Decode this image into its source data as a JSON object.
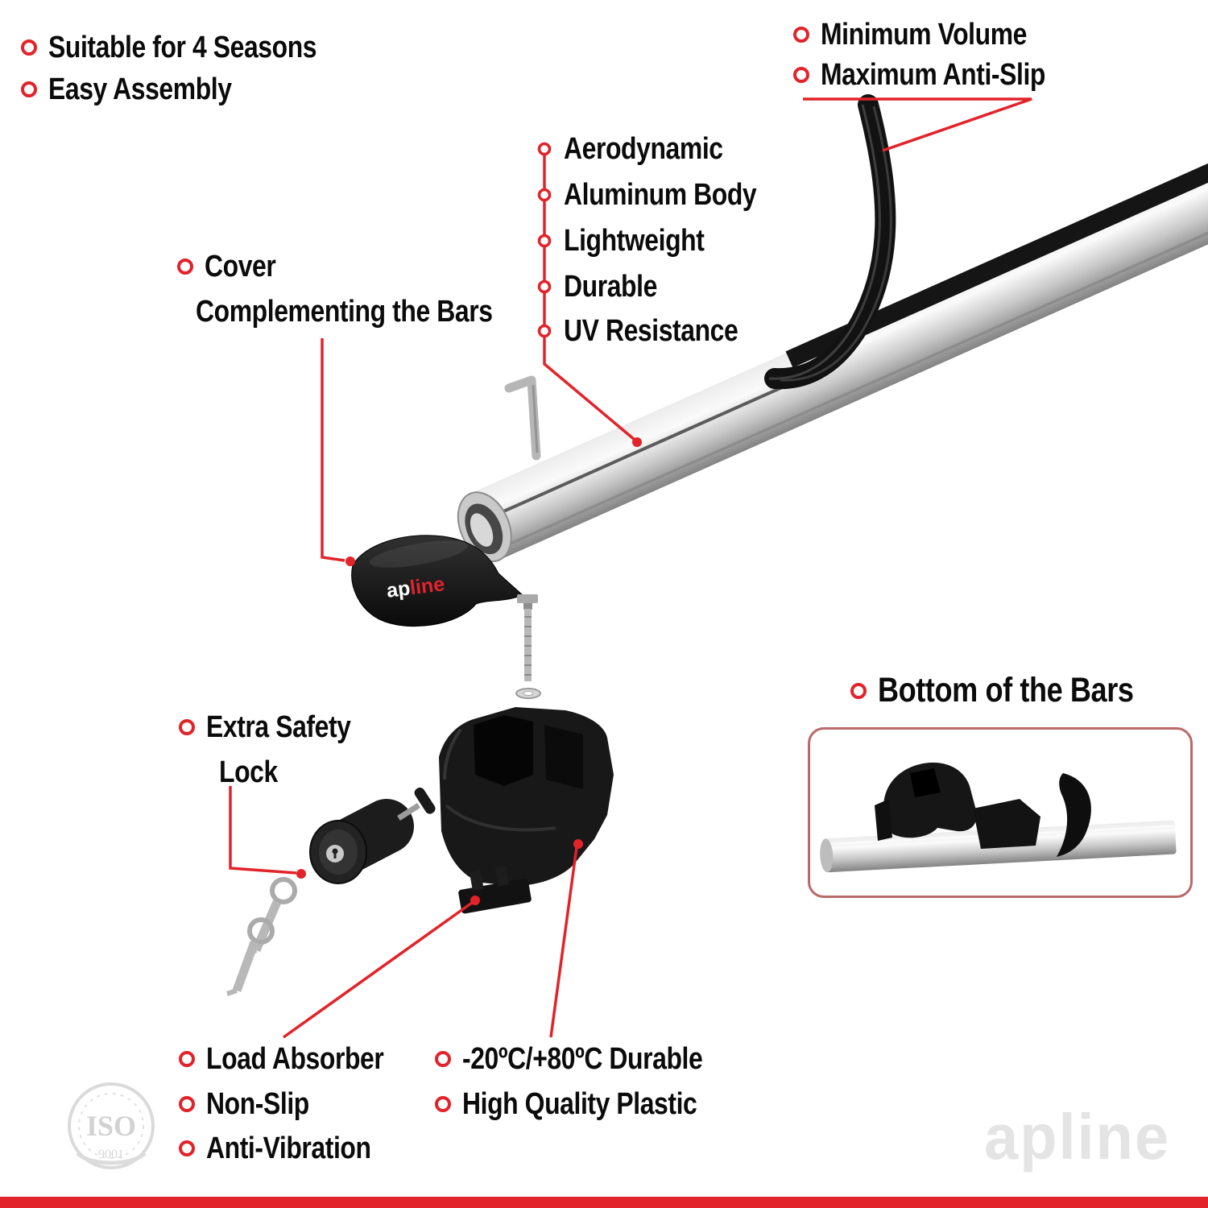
{
  "colors": {
    "accent_red": "#e2232a",
    "watermark_gray": "#e4e4e4"
  },
  "labels": {
    "top_left": [
      "Suitable for 4 Seasons",
      "Easy Assembly"
    ],
    "top_right": [
      "Minimum Volume",
      "Maximum Anti-Slip"
    ],
    "bar_features": [
      "Aerodynamic",
      "Aluminum Body",
      "Lightweight",
      "Durable",
      "UV Resistance"
    ],
    "cover": {
      "line1": "Cover",
      "line2": "Complementing the Bars"
    },
    "safety": {
      "line1": "Extra Safety",
      "line2": "Lock"
    },
    "bottom_left": [
      "Load Absorber",
      "Non-Slip",
      "Anti-Vibration"
    ],
    "bottom_middle": [
      "-20ºC/+80ºC Durable",
      "High Quality Plastic"
    ],
    "bottom_bars": "Bottom of the Bars"
  },
  "brand": {
    "logo_ap": "ap",
    "logo_line": "line",
    "watermark": "apline"
  },
  "iso": {
    "title": "ISO",
    "number": "9001"
  }
}
